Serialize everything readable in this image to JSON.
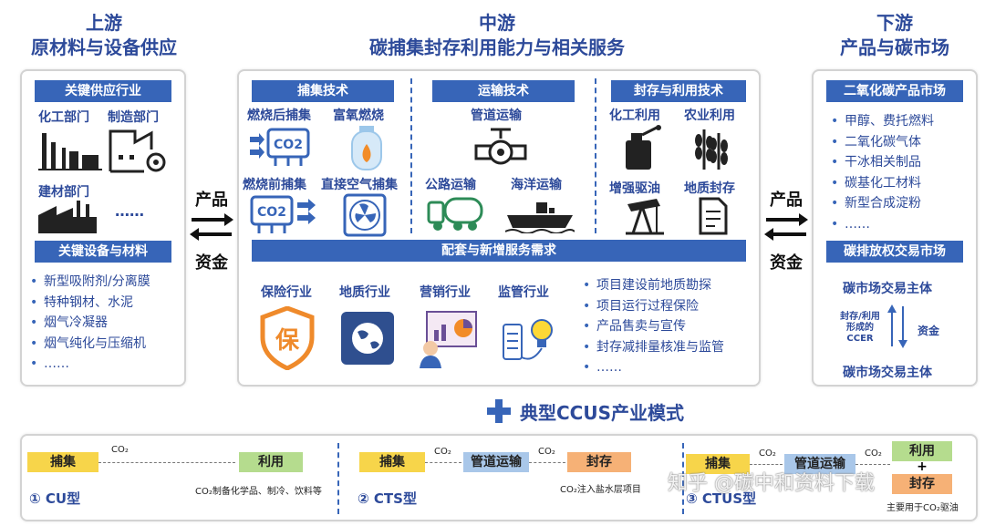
{
  "headers": {
    "upstream_title": "上游",
    "upstream_sub": "原材料与设备供应",
    "midstream_title": "中游",
    "midstream_sub": "碳捕集封存利用能力与相关服务",
    "downstream_title": "下游",
    "downstream_sub": "产品与碳市场"
  },
  "upstream": {
    "supply_bar": "关键供应行业",
    "chem": "化工部门",
    "manuf": "制造部门",
    "building": "建材部门",
    "ellipsis": "……",
    "equip_bar": "关键设备与材料",
    "equip_items": [
      "新型吸附剂/分离膜",
      "特种钢材、水泥",
      "烟气冷凝器",
      "烟气纯化与压缩机",
      "……"
    ]
  },
  "flow_left": {
    "top": "产品",
    "bottom": "资金"
  },
  "flow_right": {
    "top": "产品",
    "bottom": "资金"
  },
  "midstream": {
    "capture_bar": "捕集技术",
    "post": "燃烧后捕集",
    "oxy": "富氧燃烧",
    "pre": "燃烧前捕集",
    "dac": "直接空气捕集",
    "co2_text": "CO2",
    "transport_bar": "运输技术",
    "pipeline": "管道运输",
    "road": "公路运输",
    "ship": "海洋运输",
    "storage_bar": "封存与利用技术",
    "chem_use": "化工利用",
    "agri_use": "农业利用",
    "eor": "增强驱油",
    "geo": "地质封存",
    "service_bar": "配套与新增服务需求",
    "insurance": "保险行业",
    "geology": "地质行业",
    "marketing": "营销行业",
    "regulation": "监管行业",
    "insurance_glyph": "保",
    "service_items": [
      "项目建设前地质勘探",
      "项目运行过程保险",
      "产品售卖与宣传",
      "封存减排量核准与监管",
      "……"
    ]
  },
  "downstream": {
    "product_bar": "二氧化碳产品市场",
    "product_items": [
      "甲醇、费托燃料",
      "二氧化碳气体",
      "干冰相关制品",
      "碳基化工材料",
      "新型合成淀粉",
      "……"
    ],
    "trade_bar": "碳排放权交易市场",
    "subject_top": "碳市场交易主体",
    "ccer_text": "封存/利用形成的CCER",
    "fund": "资金",
    "subject_bottom": "碳市场交易主体"
  },
  "models": {
    "title": "典型CCUS产业模式",
    "plus": "+",
    "co2_label": "CO₂",
    "cu": {
      "capture": "捕集",
      "use": "利用",
      "desc": "CO₂制备化学品、制冷、饮料等",
      "name": "① CU型"
    },
    "cts": {
      "capture": "捕集",
      "pipe": "管道运输",
      "store": "封存",
      "desc": "CO₂注入盐水层项目",
      "name": "② CTS型"
    },
    "ctus": {
      "capture": "捕集",
      "pipe": "管道运输",
      "use": "利用",
      "plus": "+",
      "store": "封存",
      "desc": "主要用于CO₂驱油",
      "name": "③ CTUS型"
    }
  },
  "watermark": "知乎 @碳中和资料下载",
  "colors": {
    "blue": "#3765b8",
    "yellow": "#f7d54a",
    "green": "#b5dc8e",
    "lightblue": "#a9c7e9",
    "orange": "#f6b176"
  }
}
